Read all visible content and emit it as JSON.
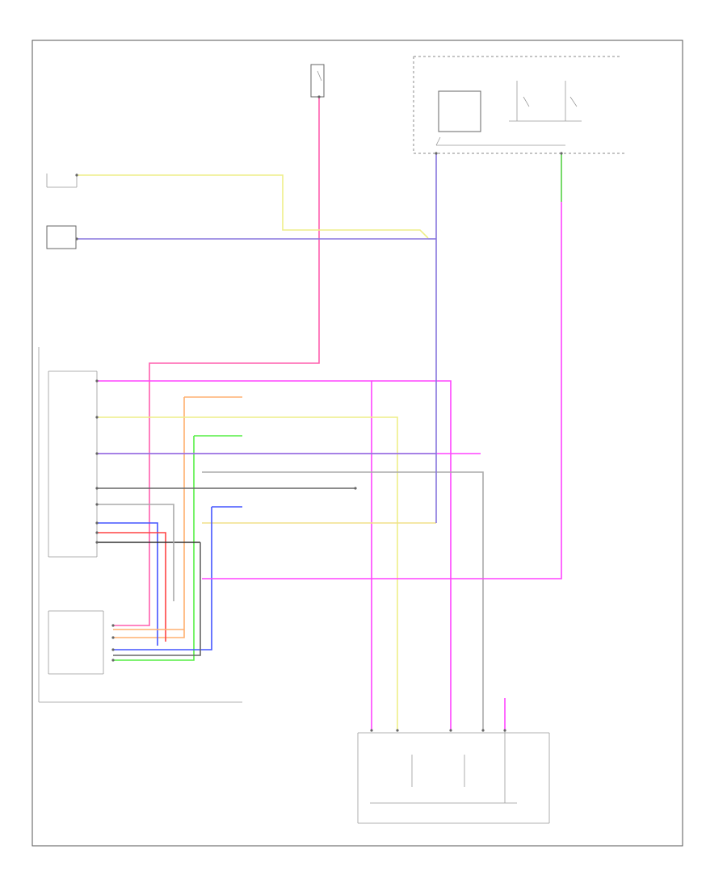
{
  "diagram": {
    "footer_code": "",
    "components": [
      {
        "id": "fuse-top",
        "label": ""
      },
      {
        "id": "driver-window-switch",
        "label": ""
      },
      {
        "id": "passenger-window-switch",
        "label": ""
      },
      {
        "id": "junction-box",
        "label": ""
      },
      {
        "id": "switch-group-main",
        "label": ""
      },
      {
        "id": "switch-group-lower",
        "label": ""
      },
      {
        "id": "seat-adjuster-assembly",
        "label": ""
      },
      {
        "id": "motor-assembly",
        "label": ""
      }
    ],
    "wire_colors": {
      "pink": "#ff5fae",
      "magenta": "#ff44ff",
      "yellow": "#eeee88",
      "gold": "#f0e08a",
      "orange": "#ffb070",
      "green": "#55ee44",
      "blue": "#4455ff",
      "purple": "#8877dd",
      "red": "#ff4444",
      "gray": "#aaaaaa",
      "dark": "#666666",
      "black": "#333333"
    }
  }
}
